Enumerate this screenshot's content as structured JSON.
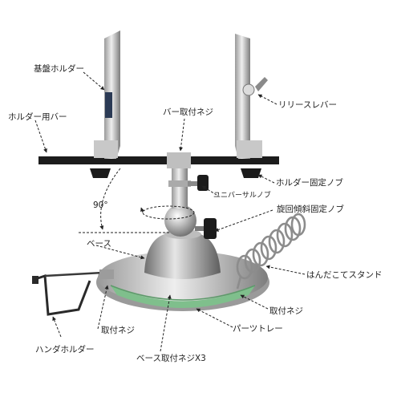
{
  "labels": {
    "board_holder": "基盤ホルダー",
    "holder_bar": "ホルダー用バー",
    "bar_screw": "バー取付ネジ",
    "release_lever": "リリースレバー",
    "holder_knob": "ホルダー固定ノブ",
    "universal_knob": "ユニバーサルノブ",
    "angle": "90°",
    "swivel_knob": "旋回傾斜固定ノブ",
    "base": "ベース",
    "iron_stand": "はんだこてスタンド",
    "mount_screw_right": "取付ネジ",
    "parts_tray": "パーツトレー",
    "mount_screw_left": "取付ネジ",
    "solder_holder": "ハンダホルダー",
    "base_screws": "ベース取付ネジX3"
  },
  "colors": {
    "metal_light": "#d9d9d9",
    "metal_dark": "#8a8a8a",
    "bar": "#1c1c1c",
    "tray_green": "#7fbf8c",
    "leader": "#222222"
  }
}
